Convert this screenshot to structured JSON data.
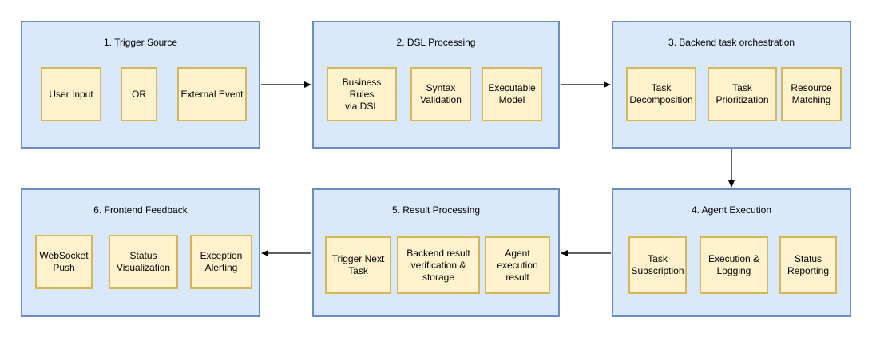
{
  "stages": [
    {
      "title": "1. Trigger Source",
      "nodes": [
        "User Input",
        "OR",
        "External Event"
      ]
    },
    {
      "title": "2. DSL Processing",
      "nodes": [
        "Business Rules\nvia DSL",
        "Syntax\nValidation",
        "Executable\nModel"
      ]
    },
    {
      "title": "3. Backend task orchestration",
      "nodes": [
        "Task\nDecomposition",
        "Task\nPrioritization",
        "Resource\nMatching"
      ]
    },
    {
      "title": "4. Agent Execution",
      "nodes": [
        "Task\nSubscription",
        "Execution &\nLogging",
        "Status\nReporting"
      ]
    },
    {
      "title": "5. Result Processing",
      "nodes": [
        "Trigger Next\nTask",
        "Backend result\nverification &\nstorage",
        "Agent\nexecution\nresult"
      ]
    },
    {
      "title": "6. Frontend Feedback",
      "nodes": [
        "WebSocket\nPush",
        "Status\nVisualization",
        "Exception\nAlerting"
      ]
    }
  ],
  "colors": {
    "group_fill": "#dae8fc",
    "group_stroke": "#6c8ebf",
    "node_fill": "#fff2cc",
    "node_stroke": "#d6b656",
    "arrow": "#000000"
  }
}
